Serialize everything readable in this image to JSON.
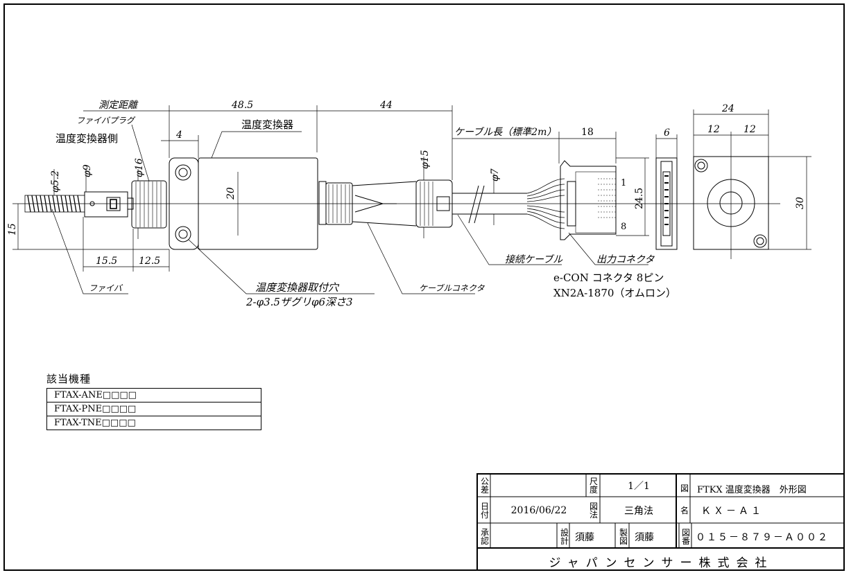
{
  "drawing": {
    "dims": {
      "measure_distance": "測定距離",
      "fiber_plug": "ファイバプラグ",
      "converter_side": "温度変換器側",
      "phi52": "φ5.2",
      "phi9": "φ9",
      "phi16": "φ16",
      "d4": "4",
      "d485": "48.5",
      "d44": "44",
      "d20": "20",
      "d15": "15",
      "d155": "15.5",
      "d125": "12.5",
      "phi15": "φ15",
      "phi7": "φ7",
      "cable_length": "ケーブル長（標準2m）",
      "d18": "18",
      "d245": "24.5",
      "pin1": "1",
      "pin8": "8",
      "d6": "6",
      "d24": "24",
      "d12a": "12",
      "d12b": "12",
      "d30": "30"
    },
    "labels": {
      "converter": "温度変換器",
      "fiber": "ファイバ",
      "mount_hole": "温度変換器取付穴",
      "mount_hole_spec": "2-φ3.5ザグリφ6深さ3",
      "cable_connector": "ケーブルコネクタ",
      "connection_cable": "接続ケーブル",
      "output_connector": "出力コネクタ",
      "econ": "e-CON コネクタ 8ピン",
      "econ_part": "XN2A-1870（オムロン）"
    }
  },
  "models": {
    "title": "該当機種",
    "rows": [
      "FTAX-ANE□□□□",
      "FTAX-PNE□□□□",
      "FTAX-TNE□□□□"
    ]
  },
  "title_block": {
    "tolerance_label": "公差",
    "tolerance_value": "",
    "scale_label": "尺度",
    "scale_value": "1／1",
    "drawing_label": "図",
    "drawing_title": "FTKX 温度変換器　外形図",
    "date_label": "日付",
    "date_value": "2016/06/22",
    "method_label": "図法",
    "method_value": "三角法",
    "name_label": "名",
    "name_value": "ＫＸ－Ａ１",
    "approve_label": "承認",
    "approve_value": "",
    "design_label": "設計",
    "design_value": "須藤",
    "draft_label": "製図",
    "draft_value": "須藤",
    "number_label": "図番",
    "number_value": "０１５－８７９－Ａ００２",
    "company": "ジャパンセンサー株式会社"
  }
}
